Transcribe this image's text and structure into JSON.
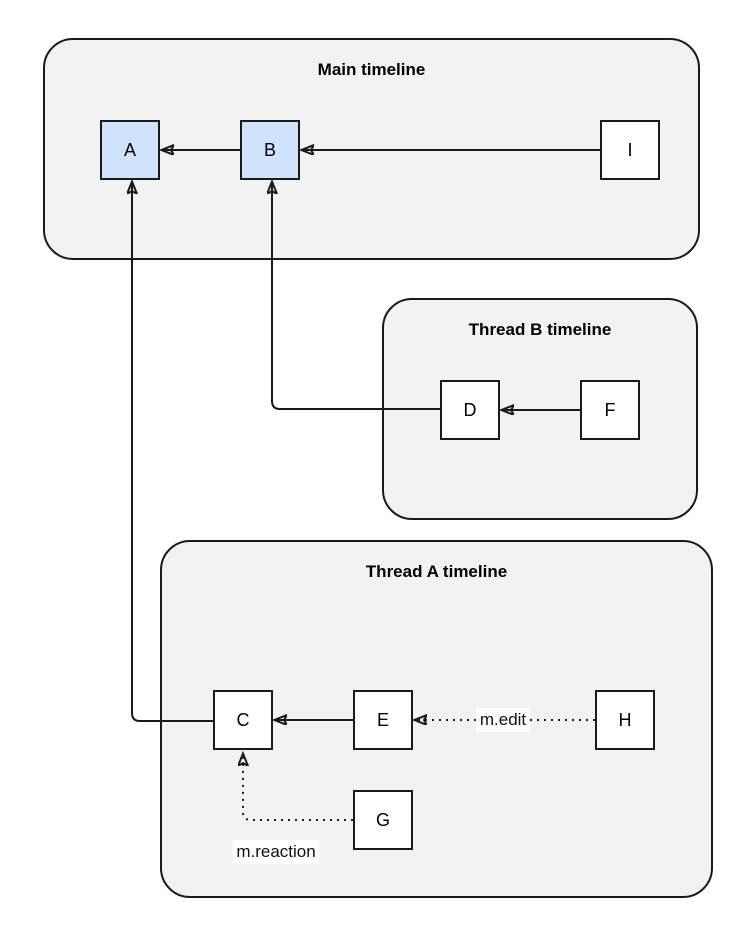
{
  "diagram": {
    "containers": {
      "main": {
        "title": "Main timeline"
      },
      "thread_b": {
        "title": "Thread B timeline"
      },
      "thread_a": {
        "title": "Thread A timeline"
      }
    },
    "nodes": {
      "A": {
        "label": "A",
        "container": "main",
        "fill": "#cfe3fb"
      },
      "B": {
        "label": "B",
        "container": "main",
        "fill": "#cfe3fb"
      },
      "I": {
        "label": "I",
        "container": "main",
        "fill": "#ffffff"
      },
      "D": {
        "label": "D",
        "container": "thread_b",
        "fill": "#ffffff"
      },
      "F": {
        "label": "F",
        "container": "thread_b",
        "fill": "#ffffff"
      },
      "C": {
        "label": "C",
        "container": "thread_a",
        "fill": "#ffffff"
      },
      "E": {
        "label": "E",
        "container": "thread_a",
        "fill": "#ffffff"
      },
      "H": {
        "label": "H",
        "container": "thread_a",
        "fill": "#ffffff"
      },
      "G": {
        "label": "G",
        "container": "thread_a",
        "fill": "#ffffff"
      }
    },
    "edges": [
      {
        "from": "B",
        "to": "A",
        "style": "solid",
        "label": ""
      },
      {
        "from": "I",
        "to": "B",
        "style": "solid",
        "label": ""
      },
      {
        "from": "F",
        "to": "D",
        "style": "solid",
        "label": ""
      },
      {
        "from": "E",
        "to": "C",
        "style": "solid",
        "label": ""
      },
      {
        "from": "D",
        "to": "B",
        "style": "solid",
        "label": ""
      },
      {
        "from": "C",
        "to": "A",
        "style": "solid",
        "label": ""
      },
      {
        "from": "H",
        "to": "E",
        "style": "dotted",
        "label": "m.edit"
      },
      {
        "from": "G",
        "to": "C",
        "style": "dotted",
        "label": "m.reaction"
      }
    ],
    "colors": {
      "container_fill": "#f2f2f2",
      "node_fill": "#ffffff",
      "highlight_node_fill": "#cfe3fb",
      "stroke": "#1a1a1a",
      "background": "#ffffff"
    }
  }
}
